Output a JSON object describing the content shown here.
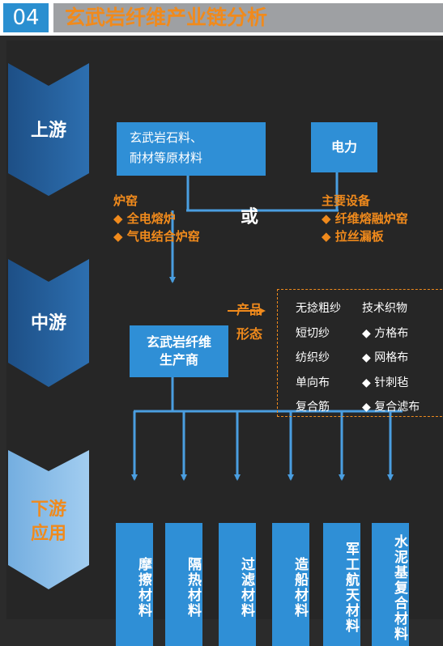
{
  "header": {
    "number": "04",
    "title": "玄武岩纤维产业链分析"
  },
  "stages": {
    "upstream": "上游",
    "midstream": "中游",
    "downstream_line1": "下游",
    "downstream_line2": "应用"
  },
  "upstream": {
    "raw_materials_line1": "玄武岩石料、",
    "raw_materials_line2": "耐材等原材料",
    "power": "电力",
    "or": "或",
    "kiln_title": "炉窑",
    "kiln_items": [
      "◆ 全电熔炉",
      "◆ 气电结合炉窑"
    ],
    "equipment_title": "主要设备",
    "equipment_items": [
      "◆ 纤维熔融炉窑",
      "◆ 拉丝漏板"
    ]
  },
  "midstream": {
    "producer_line1": "玄武岩纤维",
    "producer_line2": "生产商",
    "form_label_line1": "产品",
    "form_label_line2": "形态",
    "products_col1": [
      "无捻粗纱",
      "短切纱",
      "纺织纱",
      "单向布",
      "复合筋"
    ],
    "products_col2": [
      "技术织物",
      "◆ 方格布",
      "◆ 网格布",
      "◆ 针刺毡",
      "◆ 复合滤布"
    ]
  },
  "downstream": [
    "摩擦材料",
    "隔热材料",
    "过滤材料",
    "造船材料",
    "军工航天材料",
    "水泥基复合材料"
  ],
  "colors": {
    "accent": "#f08a1c",
    "box": "#2f8fd6",
    "background": "#262626"
  }
}
